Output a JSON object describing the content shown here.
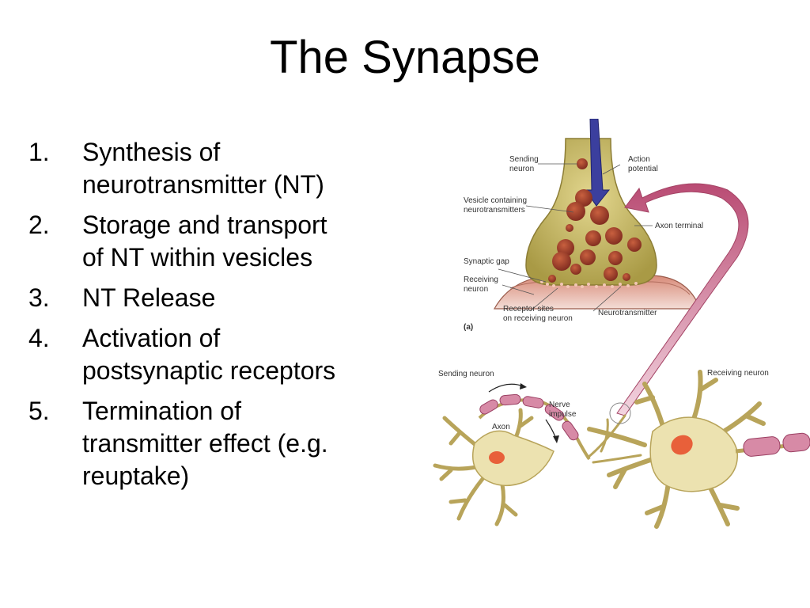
{
  "title": "The Synapse",
  "steps": [
    {
      "num": "1.",
      "lines": [
        "Synthesis of",
        "neurotransmitter (NT)"
      ]
    },
    {
      "num": "2.",
      "lines": [
        "Storage and transport",
        "of NT within vesicles"
      ]
    },
    {
      "num": "3.",
      "lines": [
        "NT Release"
      ]
    },
    {
      "num": "4.",
      "lines": [
        "Activation of",
        "postsynaptic receptors"
      ]
    },
    {
      "num": "5.",
      "lines": [
        "Termination of",
        "transmitter effect (e.g.",
        "reuptake)"
      ]
    }
  ],
  "diagram": {
    "labels": {
      "sending_neuron_top": [
        "Sending",
        "neuron"
      ],
      "action_potential": [
        "Action",
        "potential"
      ],
      "vesicle": [
        "Vesicle containing",
        "neurotransmitters"
      ],
      "axon_terminal": "Axon terminal",
      "synaptic_gap": "Synaptic gap",
      "receiving_neuron_top": [
        "Receiving",
        "neuron"
      ],
      "receptor_sites": [
        "Receptor sites",
        "on receiving neuron"
      ],
      "neurotransmitter": "Neurotransmitter",
      "panel_a": "(a)",
      "sending_neuron": "Sending neuron",
      "receiving_neuron": "Receiving neuron",
      "nerve_impulse": [
        "Nerve",
        "impulse"
      ],
      "axon": "Axon"
    },
    "colors": {
      "terminal_fill": "#c4b565",
      "vesicle": "#9a3b2a",
      "arrow": "#c97a95",
      "cell_fill": "#e9dfab",
      "nucleus": "#e8603a",
      "axon_pink": "#d78aa6"
    }
  }
}
